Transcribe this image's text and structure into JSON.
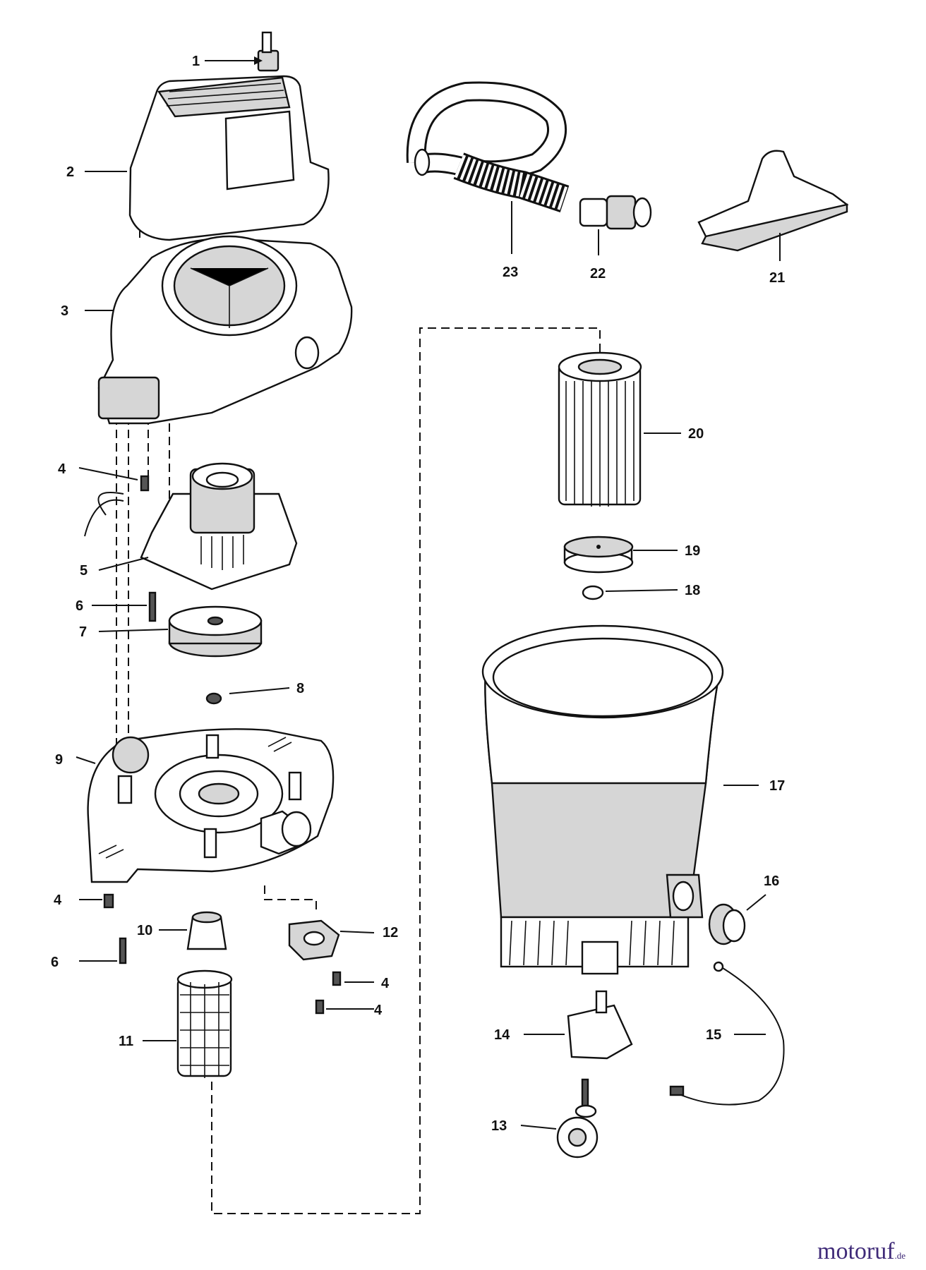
{
  "watermark": {
    "name": "motoruf",
    "tld": ".de",
    "color": "#3f2a78"
  },
  "labels": {
    "l1": "1",
    "l2": "2",
    "l3": "3",
    "l4a": "4",
    "l5": "5",
    "l6a": "6",
    "l7": "7",
    "l8": "8",
    "l9": "9",
    "l4b": "4",
    "l10": "10",
    "l12": "12",
    "l6b": "6",
    "l4c": "4",
    "l4d": "4",
    "l11": "11",
    "l23": "23",
    "l22": "22",
    "l21": "21",
    "l20": "20",
    "l19": "19",
    "l18": "18",
    "l17": "17",
    "l16": "16",
    "l14": "14",
    "l15": "15",
    "l13": "13"
  }
}
